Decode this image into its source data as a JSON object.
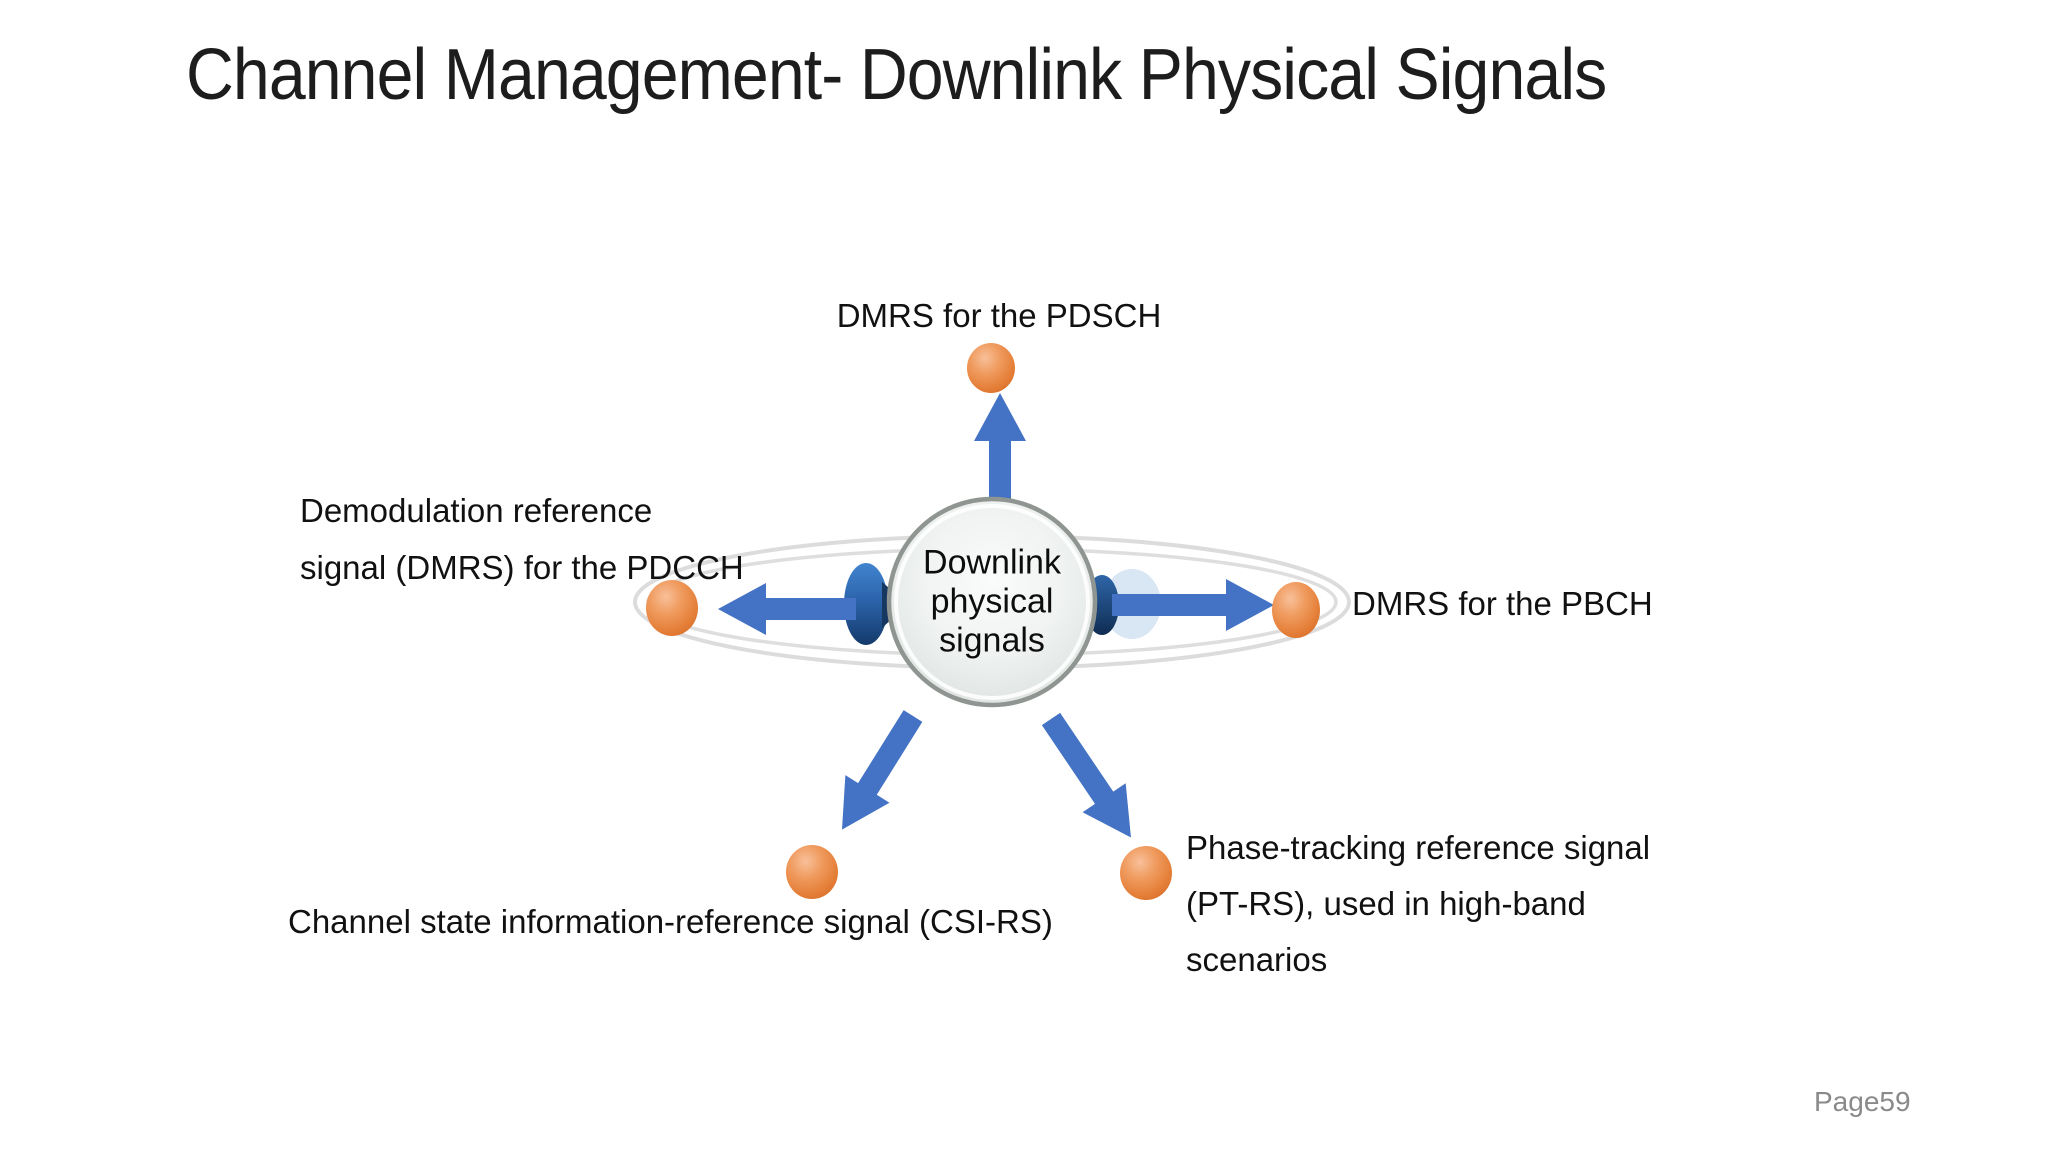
{
  "slide": {
    "title": "Channel Management- Downlink Physical Signals",
    "page_number": "Page59",
    "background": "#ffffff"
  },
  "diagram": {
    "center": {
      "lines": [
        "Downlink",
        "physical",
        "signals"
      ]
    },
    "labels": {
      "pdsch": {
        "text": "DMRS for the PDSCH"
      },
      "pbch": {
        "text": "DMRS for the PBCH"
      },
      "pdcch": {
        "lines": [
          "Demodulation reference",
          "signal (DMRS) for the PDCCH"
        ]
      },
      "csi_rs": {
        "text": "Channel state information-reference signal (CSI-RS)"
      },
      "pt_rs": {
        "lines": [
          "Phase-tracking reference signal",
          "(PT-RS), used in high-band",
          "scenarios"
        ]
      }
    },
    "colors": {
      "arrow": "#4472c4",
      "ball_main": "#e5803a",
      "ball_highlight": "#f8c09a",
      "cone_light": "#4284cf",
      "cone_dark": "#143a6b",
      "ring": "#dcdcdc",
      "circle_fill": "#eef1f0",
      "circle_rim": "#8f9591",
      "text": "#111111",
      "page_number_color": "#8a8a8a"
    }
  }
}
